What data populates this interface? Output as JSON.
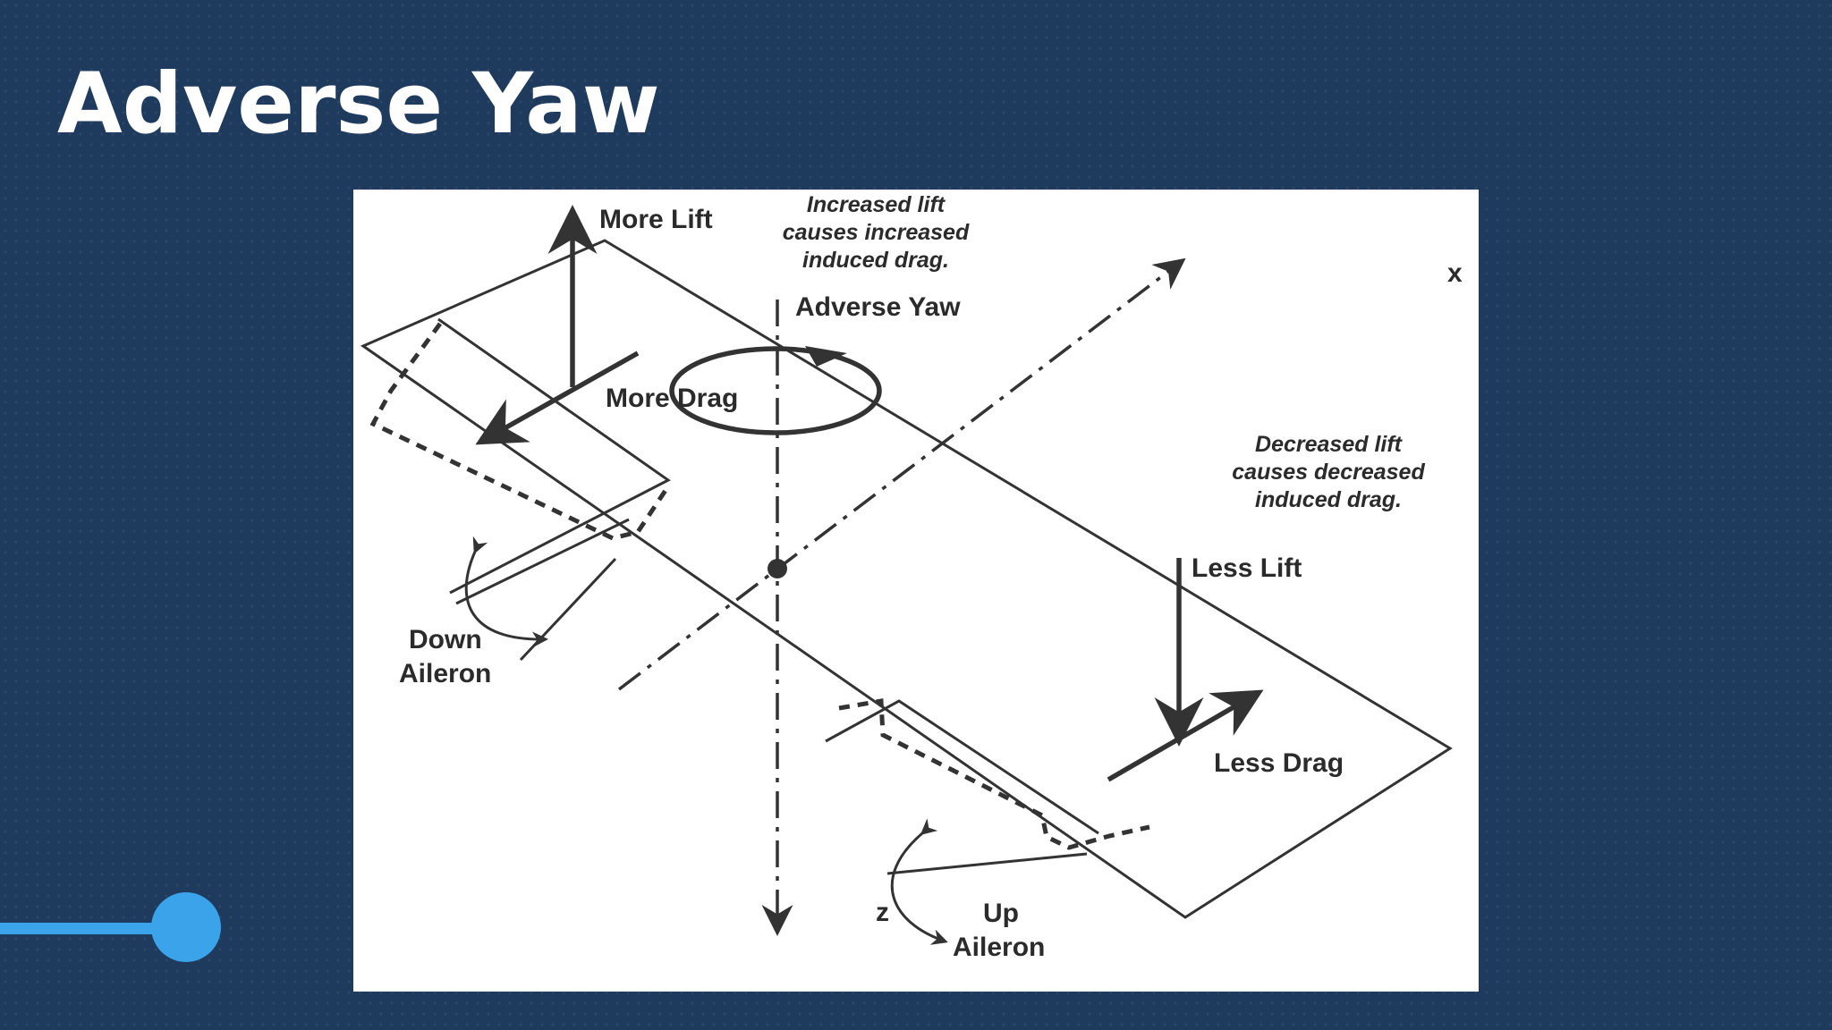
{
  "slide": {
    "title": "Adverse Yaw"
  },
  "diagram": {
    "labels": {
      "more_lift": "More Lift",
      "more_drag": "More Drag",
      "adverse_yaw": "Adverse Yaw",
      "less_lift": "Less Lift",
      "less_drag": "Less Drag",
      "down_aileron_1": "Down",
      "down_aileron_2": "Aileron",
      "up_aileron_1": "Up",
      "up_aileron_2": "Aileron",
      "axis_x": "x",
      "axis_z": "z"
    },
    "notes": {
      "increased_1": "Increased lift",
      "increased_2": "causes increased",
      "increased_3": "induced drag.",
      "decreased_1": "Decreased lift",
      "decreased_2": "causes decreased",
      "decreased_3": "induced drag."
    }
  },
  "colors": {
    "background": "#1e3a5c",
    "accent": "#3aa3ea",
    "figure_bg": "#ffffff",
    "ink": "#333333"
  }
}
